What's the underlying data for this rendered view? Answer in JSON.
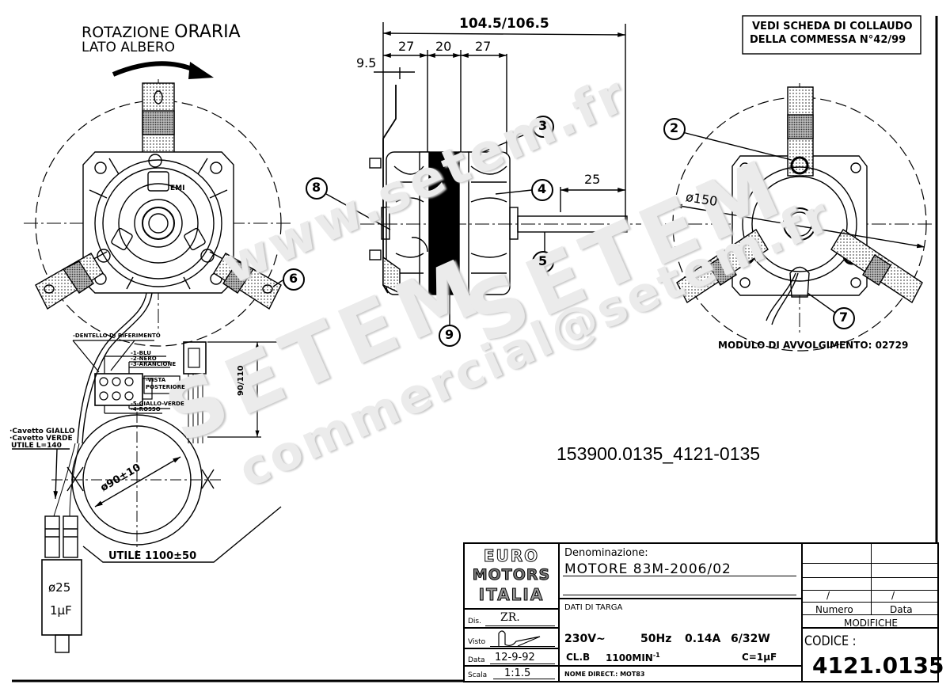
{
  "header": {
    "rotation_line1": "ROTAZIONE",
    "rotation_line1b": "ORARIA",
    "rotation_line2": "LATO ALBERO",
    "note_line1": "VEDI SCHEDA DI COLLAUDO",
    "note_line2": "DELLA COMMESSA N°42/99"
  },
  "dimensions": {
    "overall_length": "104.5/106.5",
    "seg1": "27",
    "seg2": "20",
    "seg3": "27",
    "bracket_offset": "9.5",
    "shaft_length": "25",
    "fan_diameter": "ø150",
    "cable_loop_diameter": "ø90±10",
    "connector_length": "90/110",
    "cable_length": "UTILE 1100±50",
    "capacitor_diameter": "ø25",
    "capacitor_value": "1µF"
  },
  "callouts": [
    "2",
    "3",
    "4",
    "5",
    "6",
    "7",
    "8",
    "9"
  ],
  "connector": {
    "keying_tab": "-DENTELLO DI RIFERIMENTO",
    "wires": [
      "-1-BLU",
      "-2-NERO",
      "-3-ARANCIONE",
      "-5-GIALLO-VERDE",
      "-4-ROSSO"
    ],
    "view_line1": "-VISTA",
    "view_line2": "POSTERIORE"
  },
  "leads": {
    "line1": "·Cavetto GIALLO",
    "line2": "·Cavetto VERDE",
    "line3": "UTILE L=140"
  },
  "winding_module": "MODULO DI AVVOLGIMENTO: 02729",
  "file_reference": "153900.0135_4121-0135",
  "watermarks": {
    "url": "www.setem.fr",
    "brand": "SETEM",
    "brand2": "SETEM",
    "email": "commercial@setem.fr"
  },
  "title_block": {
    "logo_line1": "EURO",
    "logo_line2": "MOTORS",
    "logo_line3": "ITALIA",
    "dis_label": "Dis.",
    "dis_value": "ZR.",
    "visto_label": "Visto",
    "data_label": "Data",
    "data_value": "12-9-92",
    "scala_label": "Scala",
    "scala_value": "1:1.5",
    "denominazione_label": "Denominazione:",
    "denominazione_value": "MOTORE 83M-2006/02",
    "dati_targa_label": "DATI DI TARGA",
    "voltage": "230V~",
    "frequency": "50Hz",
    "current": "0.14A",
    "power": "6/32W",
    "insulation_class": "CL.B",
    "speed": "1100MIN",
    "speed_exp": "-1",
    "capacitance": "C=1µF",
    "nome_direct": "NOME DIRECT.: MOT83",
    "mod_numero": "Numero",
    "mod_data": "Data",
    "modifiche": "MODIFICHE",
    "codice_label": "CODICE :",
    "codice_value": "4121.0135"
  }
}
